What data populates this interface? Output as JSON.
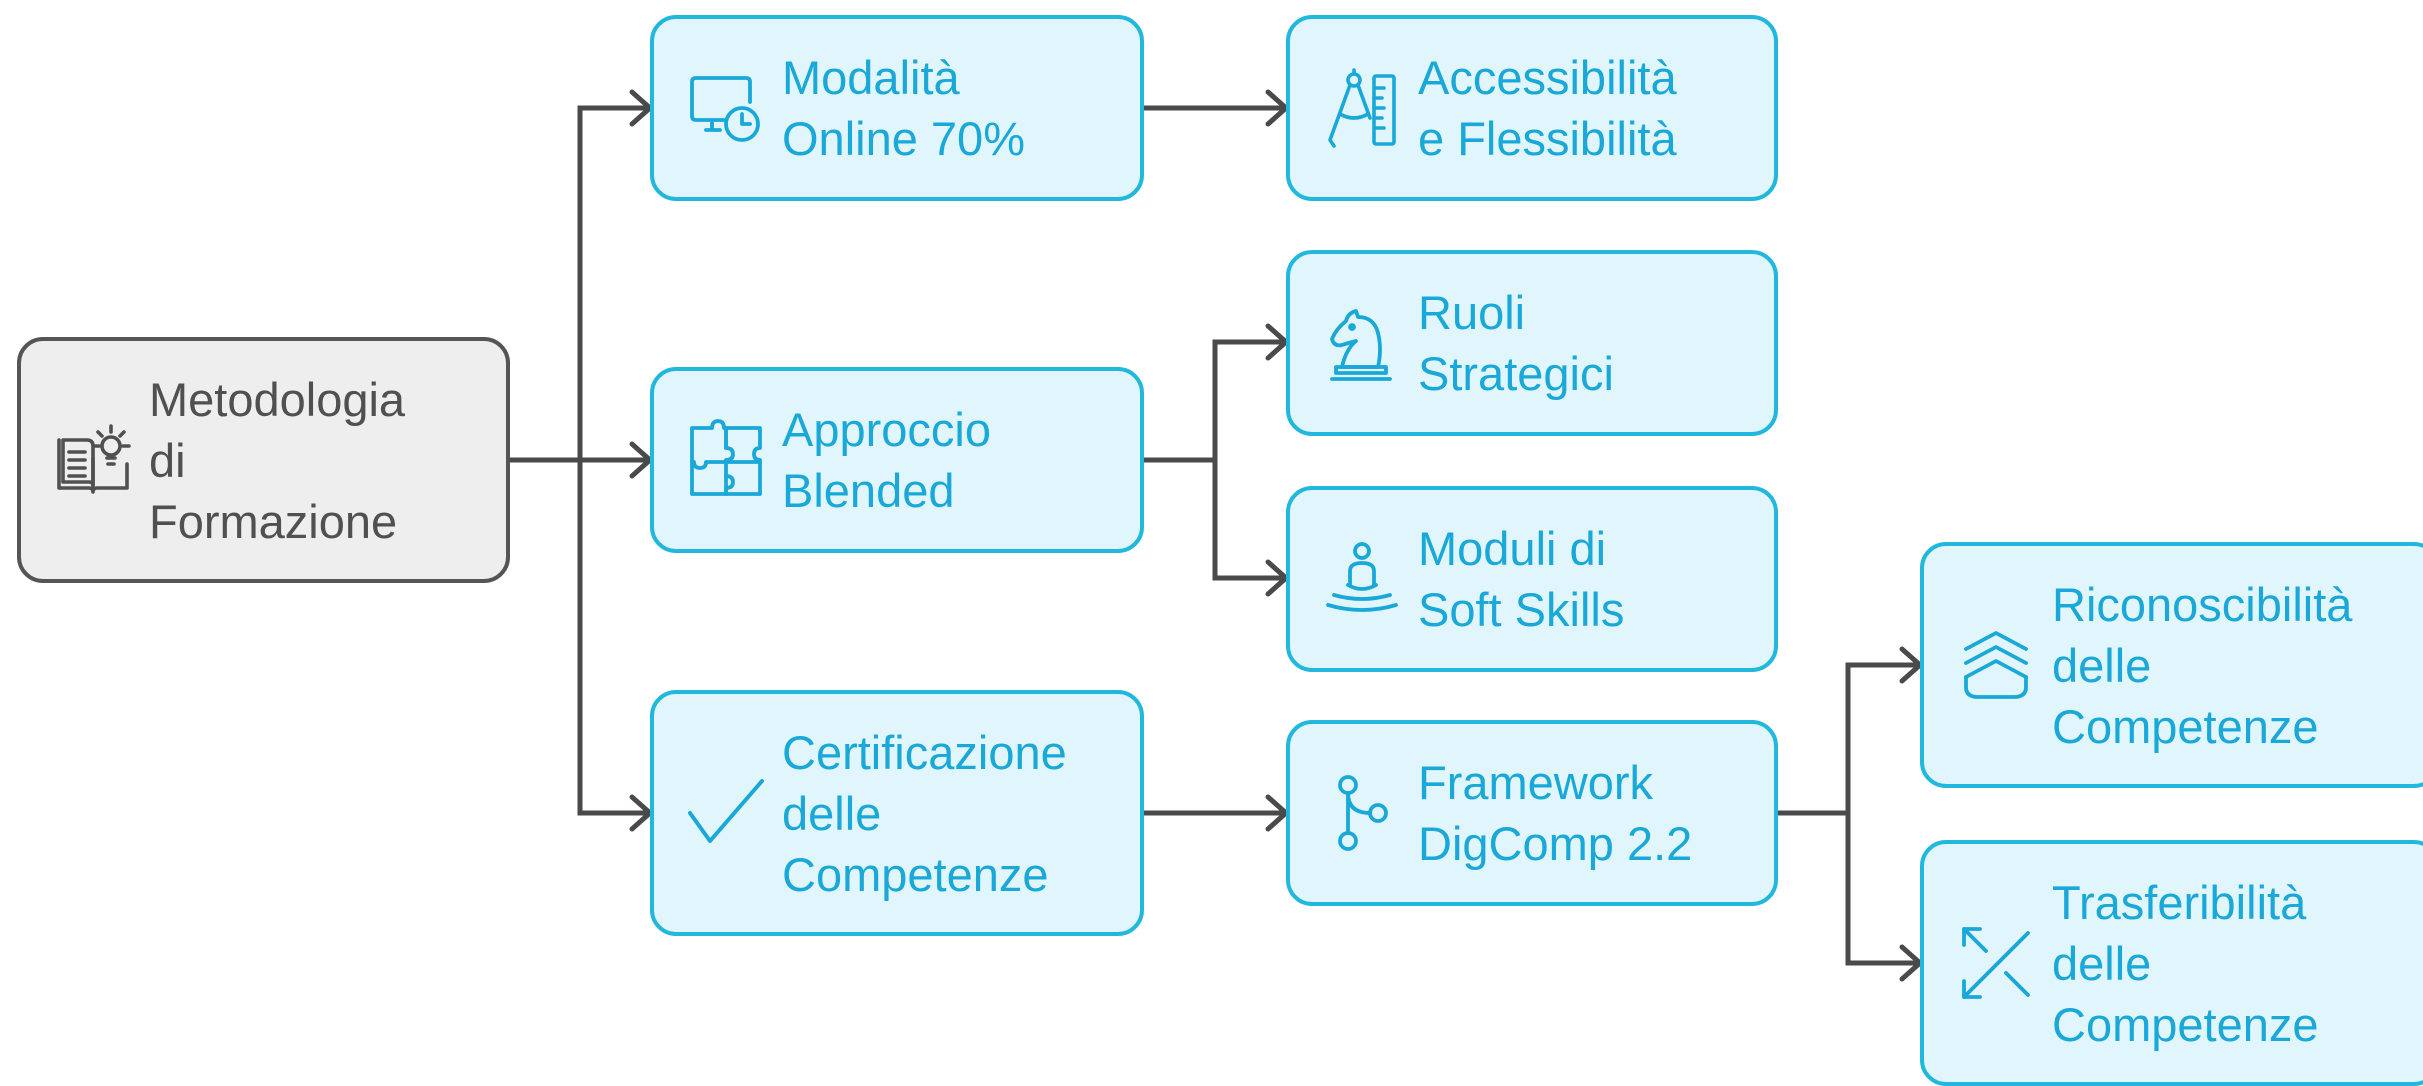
{
  "colors": {
    "root_fill": "#eeeeee",
    "root_border": "#555555",
    "root_text": "#505050",
    "node_fill": "#e1f6fc",
    "node_border": "#22b8dd",
    "node_text": "#1aa8d8",
    "connector": "#4a4a4a"
  },
  "nodes": {
    "metodologia": {
      "label": "Metodologia\ndi\nFormazione",
      "icon": "book-lightbulb-icon"
    },
    "online": {
      "label": "Modalità\nOnline 70%",
      "icon": "monitor-clock-icon"
    },
    "accessibilita": {
      "label": "Accessibilità\ne Flessibilità",
      "icon": "compass-ruler-icon"
    },
    "blended": {
      "label": "Approccio\nBlended",
      "icon": "puzzle-icon"
    },
    "ruoli": {
      "label": "Ruoli\nStrategici",
      "icon": "chess-knight-icon"
    },
    "soft": {
      "label": "Moduli di\nSoft Skills",
      "icon": "meditation-icon"
    },
    "certificazione": {
      "label": "Certificazione\ndelle\nCompetenze",
      "icon": "checkmark-icon"
    },
    "digcomp": {
      "label": "Framework\nDigComp 2.2",
      "icon": "git-branch-icon"
    },
    "riconoscibilita": {
      "label": "Riconoscibilità\ndelle\nCompetenze",
      "icon": "layers-stack-icon"
    },
    "trasferibilita": {
      "label": "Trasferibilità\ndelle\nCompetenze",
      "icon": "arrows-diagonal-icon"
    }
  },
  "edges": [
    [
      "metodologia",
      "online"
    ],
    [
      "metodologia",
      "blended"
    ],
    [
      "metodologia",
      "certificazione"
    ],
    [
      "online",
      "accessibilita"
    ],
    [
      "blended",
      "ruoli"
    ],
    [
      "blended",
      "soft"
    ],
    [
      "certificazione",
      "digcomp"
    ],
    [
      "digcomp",
      "riconoscibilita"
    ],
    [
      "digcomp",
      "trasferibilita"
    ]
  ]
}
